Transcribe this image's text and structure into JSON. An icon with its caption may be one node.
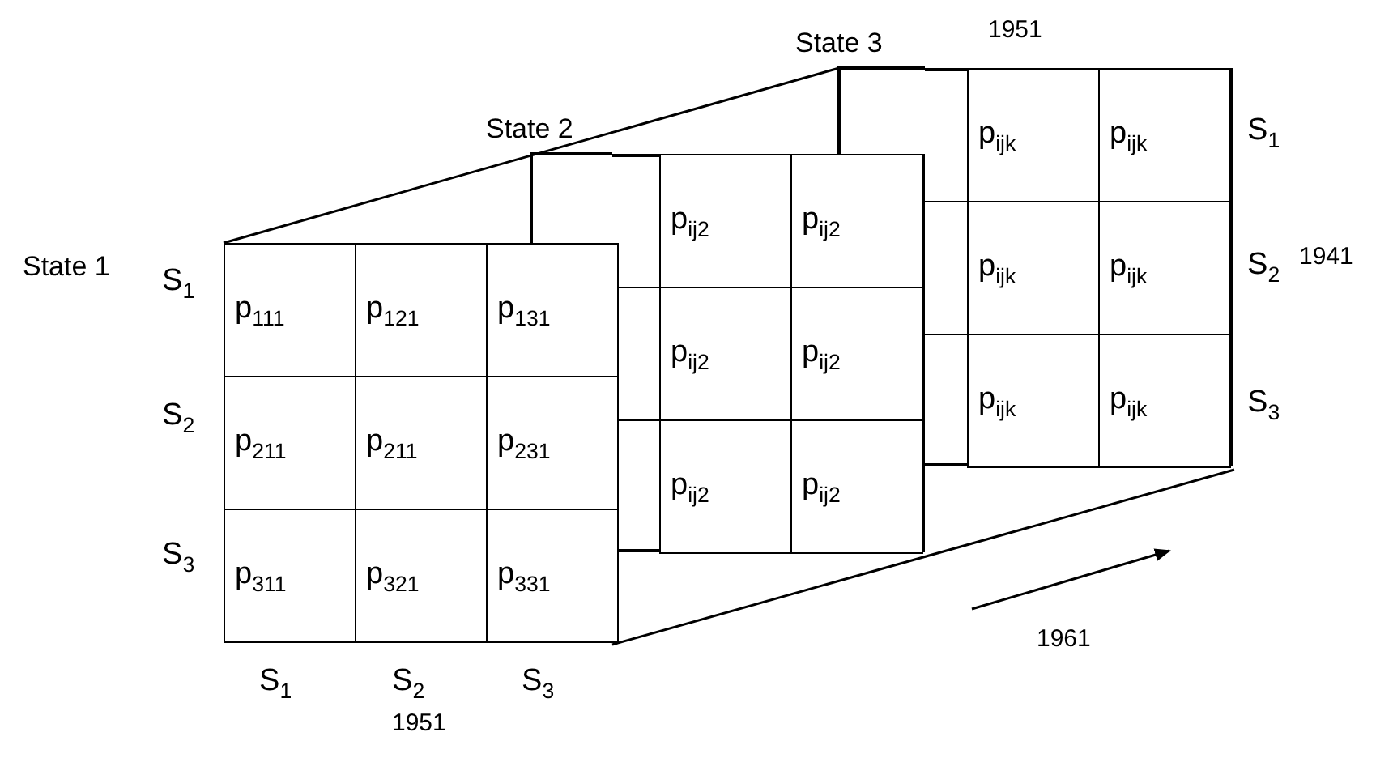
{
  "diagram": {
    "nodes": [
      {
        "text": [
          "State 1"
        ]
      },
      {
        "text": [
          "p$_{111}$"
        ],
        "in": 0
      },
      {
        "text": [
          "p$_{121}$"
        ],
        "in": 0
      },
      {
        "text": [
          "p$_{131}$"
        ],
        "in": 0
      },
      {
        "text": [
          "p$_{211}$"
        ],
        "in": 0
      },
      {
        "text": [
          "p$_{211}$"
        ],
        "in": 0
      },
      {
        "text": [
          "p$_{231}$"
        ],
        "in": 0
      },
      {
        "text": [
          "p$_{311}$"
        ],
        "in": 0
      },
      {
        "text": [
          "p$_{321}$"
        ],
        "in": 0
      },
      {
        "text": [
          "p$_{331}$"
        ],
        "in": 0
      },
      {
        "text": [
          "State 2"
        ]
      },
      {
        "text": [
          "p$_{ij2}$"
        ],
        "in": 10
      },
      {
        "text": [
          "p$_{ij2}$"
        ],
        "in": 10
      },
      {
        "text": [
          "p$_{ij2}$"
        ],
        "in": 10
      },
      {
        "text": [
          "p$_{ij2}$"
        ],
        "in": 10
      },
      {
        "text": [
          "p$_{ij2}$"
        ],
        "in": 10
      },
      {
        "text": [
          "p$_{ij2}$"
        ],
        "in": 10
      },
      {
        "text": [
          "State 3"
        ]
      },
      {
        "text": [
          "p$_{ijk}$"
        ],
        "in": 17
      },
      {
        "text": [
          "p$_{ijk}$"
        ],
        "in": 17
      },
      {
        "text": [
          "p$_{ijk}$"
        ],
        "in": 17
      },
      {
        "text": [
          "p$_{ijk}$"
        ],
        "in": 17
      },
      {
        "text": [
          "p$_{ijk}$"
        ],
        "in": 17
      },
      {
        "text": [
          "p$_{ijk}$"
        ],
        "in": 17
      }
    ],
    "labels": [
      "1951",
      "S$_{1}$",
      "S$_{2}$",
      "1941",
      "S$_{3}$",
      "S$_{1}$",
      "S$_{2}$",
      "S$_{3}$",
      "1961",
      "S$_{1}$",
      "S$_{2}$",
      "S$_{3}$",
      "1951"
    ]
  }
}
